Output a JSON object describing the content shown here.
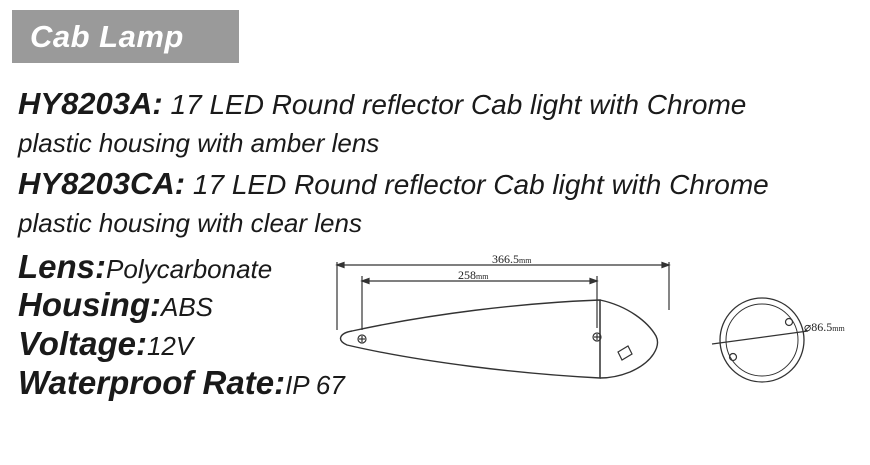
{
  "header": {
    "title": "Cab Lamp"
  },
  "products": [
    {
      "model": "HY8203A:",
      "desc_line1": " 17 LED Round reflector Cab light with Chrome",
      "desc_line2": "plastic housing with amber lens"
    },
    {
      "model": "HY8203CA:",
      "desc_line1": " 17 LED Round reflector Cab light with Chrome",
      "desc_line2": "plastic housing with clear lens"
    }
  ],
  "specs": [
    {
      "key": "Lens:",
      "value": "Polycarbonate"
    },
    {
      "key": "Housing:",
      "value": "ABS"
    },
    {
      "key": "Voltage:",
      "value": "12V"
    },
    {
      "key": "Waterproof Rate:",
      "value": "IP 67"
    }
  ],
  "drawing": {
    "overall_length": "366.5",
    "hole_spacing": "258",
    "diameter": "⌀86.5",
    "unit": "mm",
    "line_color": "#333333"
  }
}
